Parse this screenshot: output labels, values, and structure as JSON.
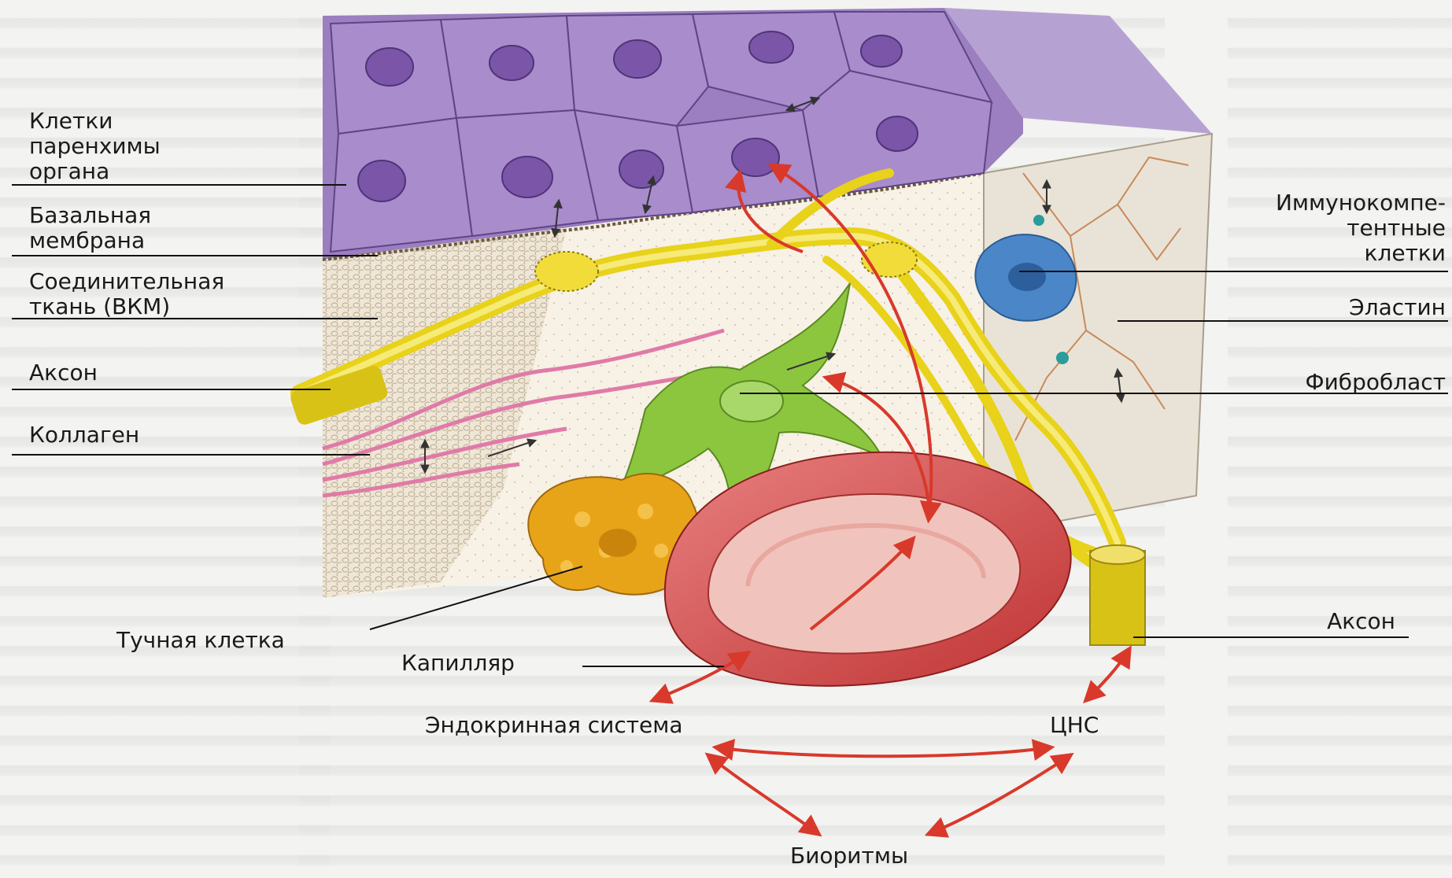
{
  "labels": {
    "parenchyma": [
      "Клетки",
      "паренхимы",
      "органа"
    ],
    "basal_membrane": [
      "Базальная",
      "мембрана"
    ],
    "connective_tissue": [
      "Соединительная",
      "ткань (ВКМ)"
    ],
    "axon_left": "Аксон",
    "collagen": "Коллаген",
    "mast_cell": "Тучная клетка",
    "capillary": "Капилляр",
    "immunocompetent": [
      "Иммунокомпе-",
      "тентные",
      "клетки"
    ],
    "elastin": "Эластин",
    "fibroblast": "Фибробласт",
    "axon_right": "Аксон",
    "endocrine": "Эндокринная система",
    "cns": "ЦНС",
    "biorhythms": "Биоритмы"
  },
  "colors": {
    "epithelium": "#9b7fc0",
    "nucleus": "#7a55a8",
    "axon": "#e8d21a",
    "fibroblast": "#8cc63f",
    "immune_cell": "#4a86c8",
    "mast_cell": "#e8a418",
    "capillary": "#d24a4a",
    "arrow": "#d8392b"
  }
}
